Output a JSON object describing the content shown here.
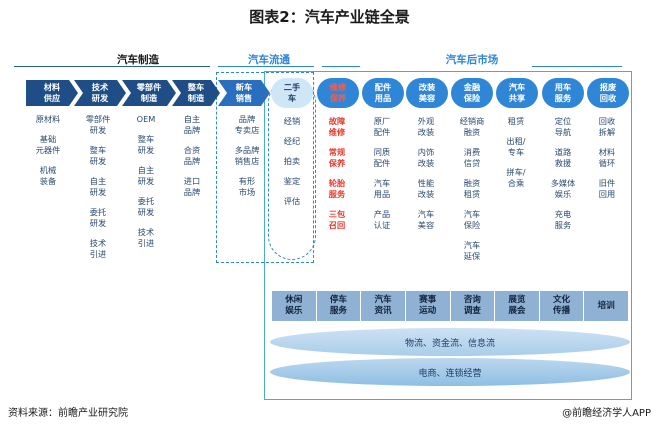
{
  "title": "图表2：汽车产业链全景",
  "sections": {
    "manufacturing": "汽车制造",
    "circulation": "汽车流通",
    "aftermarket": "汽车后市场"
  },
  "manufacturing_steps": [
    {
      "label": "材料\n供应",
      "items": [
        "原材料",
        "基础\n元器件",
        "机械\n装备"
      ]
    },
    {
      "label": "技术\n研发",
      "items": [
        "零部件\n研发",
        "整车\n研发",
        "自主\n研发",
        "委托\n研发",
        "技术\n引进"
      ]
    },
    {
      "label": "零部件\n制造",
      "items": [
        "OEM",
        "整车\n研发",
        "自主\n研发",
        "委托\n研发",
        "技术\n引进"
      ]
    },
    {
      "label": "整车\n制造",
      "items": [
        "自主\n品牌",
        "合资\n品牌",
        "进口\n品牌"
      ]
    }
  ],
  "circulation_step": {
    "label": "新车\n销售",
    "items": [
      "品牌\n专卖店",
      "多品牌\n销售店",
      "有形\n市场"
    ]
  },
  "aftermarket_columns": [
    {
      "label": "二手\n车",
      "items": [
        "经销",
        "经纪",
        "拍卖",
        "鉴定",
        "评估"
      ],
      "red": false
    },
    {
      "label": "维修\n保养",
      "items": [
        "故障\n维修",
        "常规\n保养",
        "轮胎\n服务",
        "三包\n召回"
      ],
      "red": true
    },
    {
      "label": "配件\n用品",
      "items": [
        "原厂\n配件",
        "同质\n配件",
        "汽车\n用品",
        "产品\n认证"
      ],
      "red": false
    },
    {
      "label": "改装\n美容",
      "items": [
        "外观\n改装",
        "内饰\n改装",
        "性能\n改装",
        "汽车\n美容"
      ],
      "red": false
    },
    {
      "label": "金融\n保险",
      "items": [
        "经销商\n融资",
        "消费\n信贷",
        "融资\n租赁",
        "汽车\n保险",
        "汽车\n延保"
      ],
      "red": false
    },
    {
      "label": "汽车\n共享",
      "items": [
        "租赁",
        "出租/\n专车",
        "拼车/\n合乘"
      ],
      "red": false
    },
    {
      "label": "用车\n服务",
      "items": [
        "定位\n导航",
        "道路\n救援",
        "多媒体\n娱乐",
        "充电\n服务"
      ],
      "red": false
    },
    {
      "label": "报废\n回收",
      "items": [
        "回收\n拆解",
        "材料\n循环",
        "旧件\n回用"
      ],
      "red": false
    }
  ],
  "services": [
    "休闲\n娱乐",
    "停车\n服务",
    "汽车\n资讯",
    "赛事\n运动",
    "咨询\n调查",
    "展览\n展会",
    "文化\n传播",
    "培训"
  ],
  "bands": [
    "物流、资金流、信息流",
    "电商、连锁经营"
  ],
  "footer": {
    "source": "资料来源：前瞻产业研究院",
    "brand": "@前瞻经济学人APP"
  },
  "colors": {
    "arrow_dark": "#1f4e87",
    "arrow_blue": "#2a6fbf",
    "pill_blue": "#2f86d6",
    "accent_red": "#e63b2e",
    "service_bar": "#8fb1d3"
  }
}
